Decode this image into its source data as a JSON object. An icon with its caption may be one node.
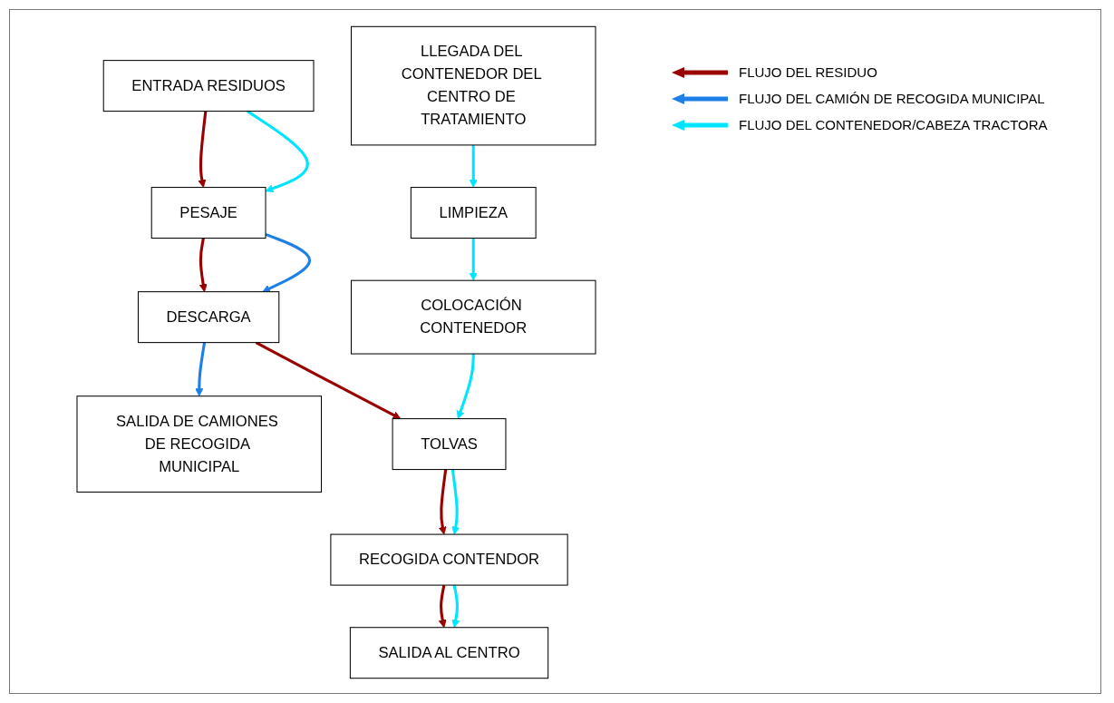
{
  "diagram": {
    "nodes": [
      {
        "text": [
          "ENTRADA RESIDUOS"
        ]
      },
      {
        "text": [
          "PESAJE"
        ]
      },
      {
        "text": [
          "DESCARGA"
        ]
      },
      {
        "text": [
          "SALIDA DE CAMIONES DE RECOGIDA MUNICIPAL"
        ]
      },
      {
        "text": [
          "TOLVAS"
        ]
      },
      {
        "text": [
          "COLOCACIÓN CONTENEDOR"
        ]
      },
      {
        "text": [
          "LIMPIEZA"
        ]
      },
      {
        "text": [
          "LLEGADA DEL CONTENEDOR DEL CENTRO DE TRATAMIENTO"
        ]
      },
      {
        "text": [
          "RECOGIDA CONTENDOR"
        ]
      },
      {
        "text": [
          "SALIDA AL CENTRO"
        ]
      }
    ],
    "edges": [
      {
        "from": 0,
        "to": 1,
        "arrow": "to",
        "color": "#990000"
      },
      {
        "from": 0,
        "to": 1,
        "arrow": "to",
        "color": "#00e5ff"
      },
      {
        "from": 1,
        "to": 2,
        "arrow": "to",
        "color": "#990000"
      },
      {
        "from": 1,
        "to": 2,
        "arrow": "to",
        "color": "#1e7fe6"
      },
      {
        "from": 2,
        "to": 3,
        "arrow": "to",
        "color": "#1e7fe6"
      },
      {
        "from": 2,
        "to": 4,
        "arrow": "to",
        "color": "#990000"
      },
      {
        "from": 7,
        "to": 6,
        "arrow": "to",
        "color": "#00e5ff"
      },
      {
        "from": 6,
        "to": 5,
        "arrow": "to",
        "color": "#00e5ff"
      },
      {
        "from": 5,
        "to": 4,
        "arrow": "to",
        "color": "#00e5ff"
      },
      {
        "from": 4,
        "to": 8,
        "arrow": "to",
        "color": "#990000"
      },
      {
        "from": 4,
        "to": 8,
        "arrow": "to",
        "color": "#00e5ff"
      },
      {
        "from": 8,
        "to": 9,
        "arrow": "to",
        "color": "#990000"
      },
      {
        "from": 8,
        "to": 9,
        "arrow": "to",
        "color": "#00e5ff"
      }
    ],
    "legend": [
      {
        "text": "FLUJO DEL RESIDUO",
        "color": "#990000"
      },
      {
        "text": "FLUJO DEL CAMIÓN DE RECOGIDA MUNICIPAL",
        "color": "#1e7fe6"
      },
      {
        "text": "FLUJO DEL CONTENEDOR/CABEZA TRACTORA",
        "color": "#00e5ff"
      }
    ]
  }
}
